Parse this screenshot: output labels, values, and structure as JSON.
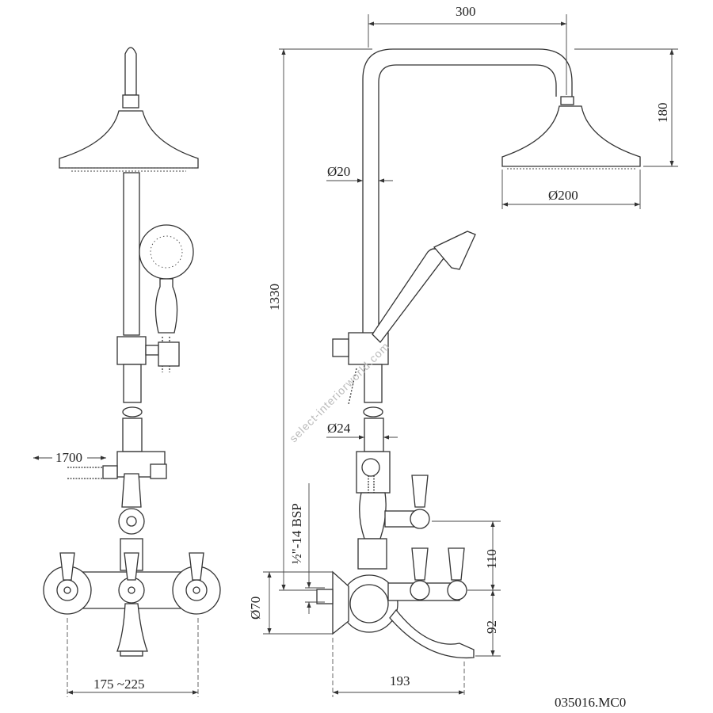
{
  "drawing": {
    "dimensions": {
      "arm_projection": "300",
      "head_drop": "180",
      "riser_diameter": "Ø20",
      "head_diameter": "Ø200",
      "total_height": "1330",
      "lower_pipe_diameter": "Ø24",
      "hose_length": "1700",
      "inlet_thread": "½\"-14 BSP",
      "valve_spacing_vertical": "110",
      "flange_diameter": "Ø70",
      "spout_drop": "92",
      "spout_projection": "193",
      "inlet_centres": "175 ~225"
    },
    "product_code": "035016.MC0",
    "watermark": "select-interiorworld.com"
  }
}
